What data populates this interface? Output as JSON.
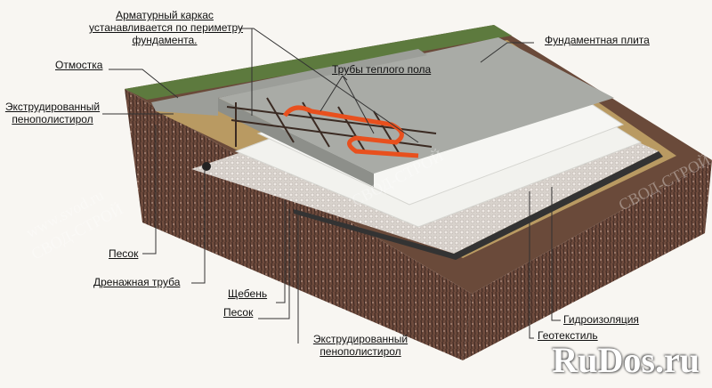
{
  "labels": {
    "armature": [
      "Арматурный каркас",
      "устанавливается по периметру",
      "фундамента."
    ],
    "otmostka": "Отмостка",
    "eps_top": [
      "Экструдированный",
      "пенополистирол"
    ],
    "pipes": "Трубы теплого пола",
    "slab": "Фундаментная плита",
    "sand1": "Песок",
    "drain": "Дренажная труба",
    "gravel": "Щебень",
    "sand2": "Песок",
    "eps_bottom": [
      "Экструдированный",
      "пенополистирол"
    ],
    "waterproof": "Гидроизоляция",
    "geotextile": "Геотекстиль"
  },
  "watermarks": {
    "site": "www.svod.ru",
    "brand": "СВОД-СТРОЙ",
    "rudos": "RuDos.ru"
  },
  "colors": {
    "soil": "#6b4a3c",
    "sand": "#b99a62",
    "concrete": "#a9aba6",
    "eps": "#f2f2ee",
    "pipe": "#e8501e",
    "grass": "#5d7a3e"
  }
}
